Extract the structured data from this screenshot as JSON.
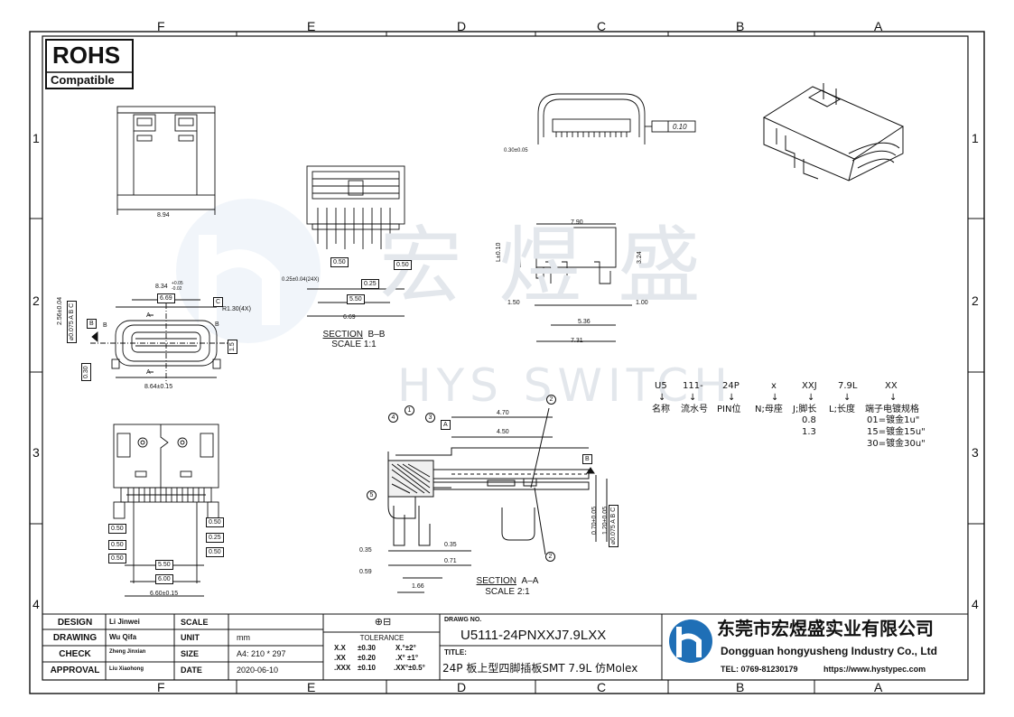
{
  "rohs": {
    "title": "ROHS",
    "subtitle": "Compatible"
  },
  "zones": {
    "columns_top": [
      "F",
      "E",
      "D",
      "C",
      "B",
      "A"
    ],
    "columns_bottom": [
      "F",
      "E",
      "D",
      "C",
      "B",
      "A"
    ],
    "rows_left": [
      "1",
      "2",
      "3",
      "4"
    ],
    "rows_right": [
      "1",
      "2",
      "3",
      "4"
    ]
  },
  "watermark": {
    "chinese": "宏煜盛",
    "english": "HYS SWITCH"
  },
  "top_view": {
    "width_dim": "8.94"
  },
  "front_view": {
    "dim_width": "8.34",
    "dim_width_tol": "+0.05 -0.02",
    "dim_box": "6.69",
    "datum_c": "C",
    "radius": "R1.30(4X)",
    "datum_b": "B",
    "section_b": "B",
    "section_a": "A",
    "dim_bottom": "8.64±0.15",
    "dim_left_height": "2.56±0.04",
    "dim_left_tol": "⌀0.075 A B C",
    "dim_left_small": "0.30",
    "dim_right_small": "1.5"
  },
  "section_bb": {
    "label_a": "SECTION",
    "label_b": "B–B",
    "scale": "SCALE  1:1",
    "dims": {
      "d1": "0.25±0.04(24X)",
      "d2": "0.50",
      "d3": "0.50",
      "d4": "0.25",
      "d5": "5.50",
      "d6": "6.69"
    }
  },
  "side_view": {
    "dim_tol": "0.10"
  },
  "side_small": {
    "dim": "0.30±0.05"
  },
  "right_view": {
    "d_top": "7.90",
    "d_left": "L±0.10",
    "d_height": "3.24",
    "d_150": "1.50",
    "d_100": "1.00",
    "d_536": "5.36",
    "d_731": "7.31"
  },
  "part_code": [
    {
      "code": "U5",
      "name": "名称"
    },
    {
      "code": "111-",
      "name": "流水号"
    },
    {
      "code": "24P",
      "name": "PIN位"
    },
    {
      "code": "x",
      "name": "N;母座"
    },
    {
      "code": "XXJ",
      "name": "J;脚长"
    },
    {
      "code": "7.9L",
      "name": "L;长度"
    },
    {
      "code": "XX",
      "name": "端子电镀规格"
    }
  ],
  "part_code_arrow": "↓",
  "part_code_extra": {
    "j_values": [
      "0.8",
      "1.3"
    ],
    "plating": [
      "01=镀金1u\"",
      "15=镀金15u\"",
      "30=镀金30u\""
    ]
  },
  "bottom_view": {
    "dims": {
      "a": "0.50",
      "b": "0.50",
      "c": "0.50",
      "d": "0.50",
      "e": "0.25",
      "f": "0.50",
      "g": "5.50",
      "h": "6.00",
      "i": "6.60±0.15"
    }
  },
  "section_aa": {
    "label_a": "SECTION",
    "label_b": "A–A",
    "scale": "SCALE  2:1",
    "callouts": [
      "1",
      "2",
      "3",
      "4",
      "5",
      "2"
    ],
    "datum_a": "A",
    "datum_b": "B",
    "d_470": "4.70",
    "d_450": "4.50",
    "d_035a": "0.35",
    "d_035b": "0.35",
    "d_071": "0.71",
    "d_059": "0.59",
    "d_166": "1.66",
    "d_070": "0.70±0.05",
    "d_120": "1.20±0.05",
    "d_tol": "⌀0.075 A B C"
  },
  "title_block": {
    "rows": [
      {
        "label": "DESIGN",
        "name": "Li Jinwei",
        "key": "SCALE",
        "value": ""
      },
      {
        "label": "DRAWING",
        "name": "Wu Qifa",
        "key": "UNIT",
        "value": "mm"
      },
      {
        "label": "CHECK",
        "name": "Zheng Jinxian",
        "key": "SIZE",
        "value": "A4: 210 * 297"
      },
      {
        "label": "APPROVAL",
        "name": "Liu Xiaohong",
        "key": "DATE",
        "value": "2020-06-10"
      }
    ],
    "proj_symbol": "⊕⊟",
    "tolerance_title": "TOLERANCE",
    "tolerance": [
      {
        "a": "X.X",
        "b": "±0.30",
        "c": "X.°±2°"
      },
      {
        "a": ".XX",
        "b": "±0.20",
        "c": ".X° ±1°"
      },
      {
        "a": ".XXX",
        "b": "±0.10",
        "c": ".XX°±0.5°"
      }
    ],
    "drawing_no_label": "DRAWG NO.",
    "drawing_no": "U5111-24PNXXJ7.9LXX",
    "title_label": "TITLE:",
    "title": "24P 板上型四脚插板SMT 7.9L 仿Molex",
    "company_cn": "东莞市宏煜盛实业有限公司",
    "company_en": "Dongguan hongyusheng Industry Co., Ltd",
    "tel": "TEL: 0769-81230179",
    "web": "https://www.hystypec.com"
  },
  "colors": {
    "line": "#111111",
    "watermark": "#dfe4ea",
    "logo_blue": "#1f6fb6"
  }
}
